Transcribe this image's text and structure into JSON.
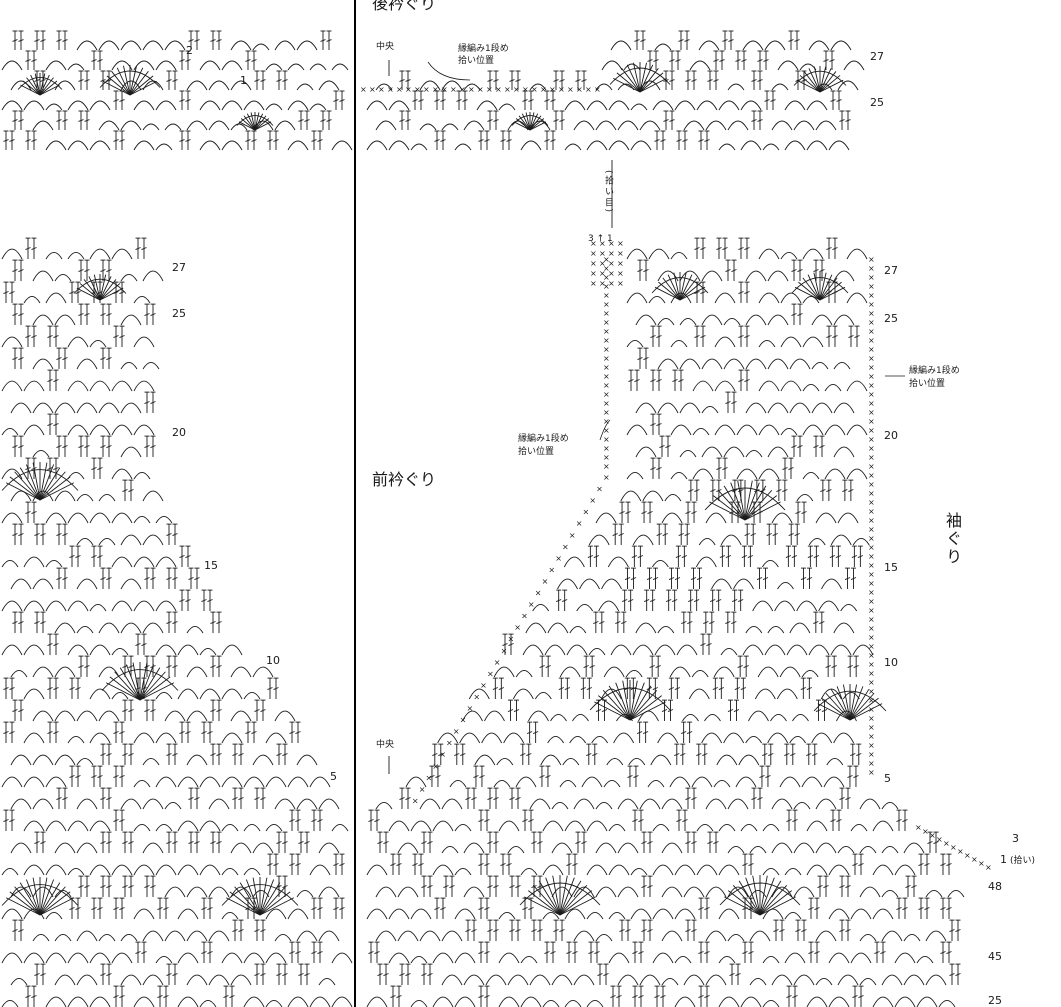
{
  "title_partial": "後衿ぐり",
  "labels": {
    "front_neckline": "前衿ぐり",
    "armhole": "袖ぐり",
    "center_top": "中央",
    "center_bottom": "中央",
    "pickup_top": [
      "縁編み1段め",
      "拾い位置"
    ],
    "pickup_right": [
      "縁編み1段め",
      "拾い位置"
    ],
    "pickup_left": [
      "縁編み1段め",
      "拾い位置"
    ],
    "pickup_eye": "(拾い目)",
    "pickup_small": "(拾い)",
    "row_3_1": "3 ↑ 1"
  },
  "row_numbers": {
    "top_left": [
      "2",
      "1"
    ],
    "top_right": [
      "27",
      "25"
    ],
    "left_panel": [
      "27",
      "25",
      "20",
      "15",
      "10",
      "5"
    ],
    "right_panel": [
      "27",
      "25",
      "20",
      "15",
      "10",
      "5"
    ],
    "bottom_right": [
      "3",
      "1",
      "48",
      "45",
      "25"
    ]
  },
  "colors": {
    "ink": "#1a1a1a",
    "paper": "#ffffff",
    "divider": "#000000"
  }
}
